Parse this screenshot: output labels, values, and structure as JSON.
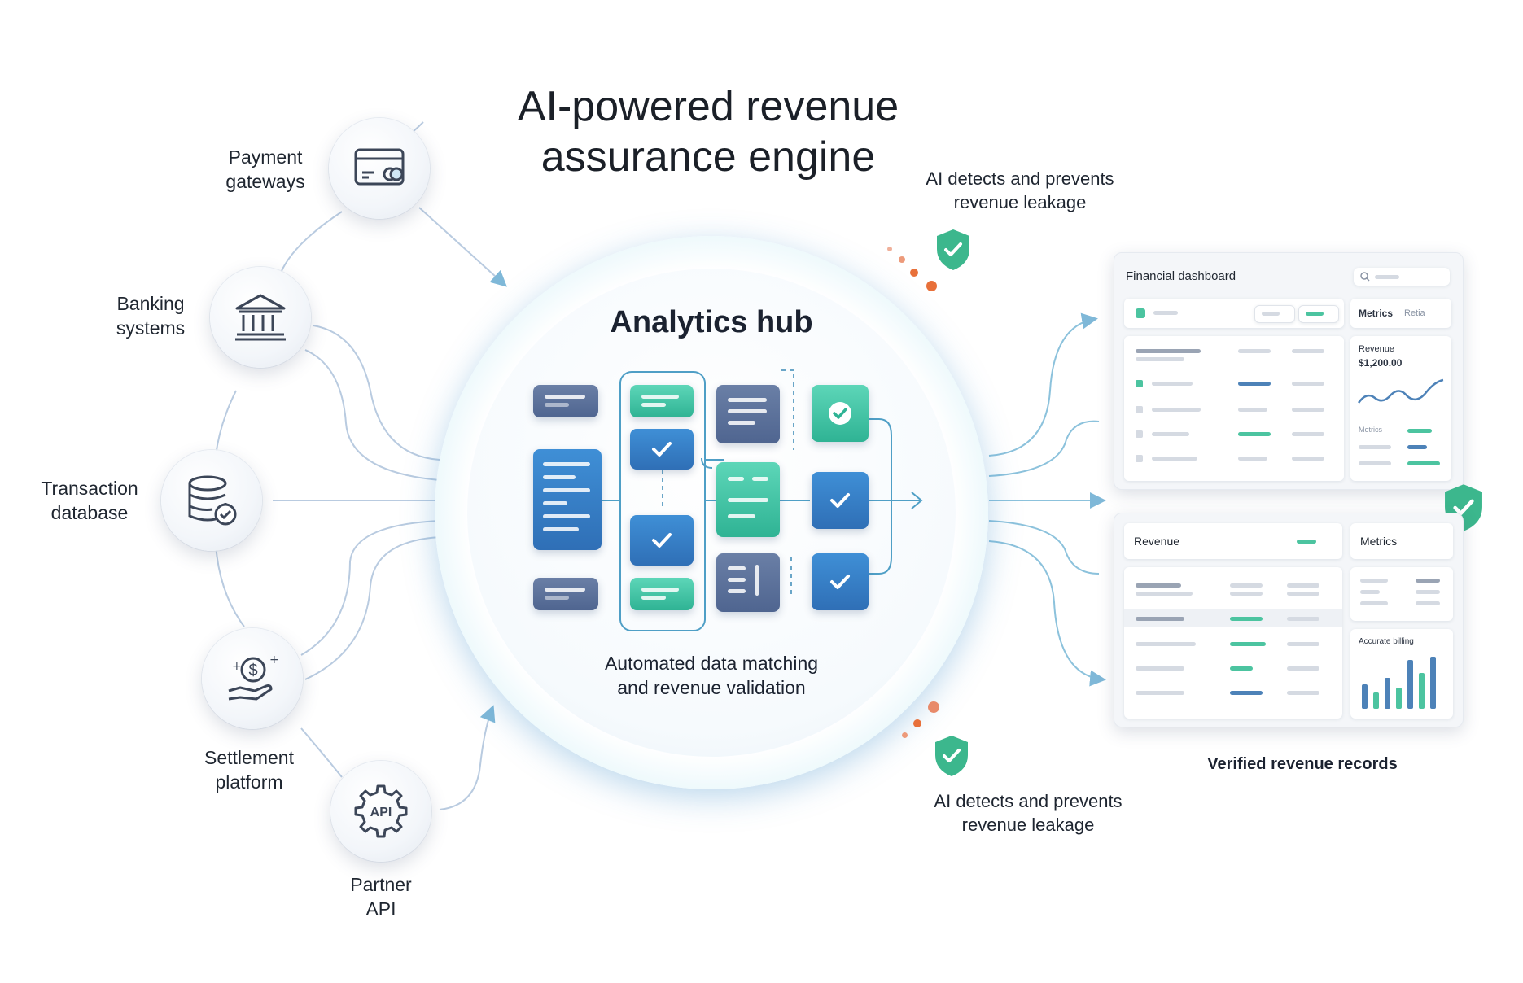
{
  "title": {
    "line1": "AI-powered revenue",
    "line2": "assurance engine"
  },
  "sources": [
    {
      "label_line1": "Payment",
      "label_line2": "gateways",
      "icon": "credit-card-icon"
    },
    {
      "label_line1": "Banking",
      "label_line2": "systems",
      "icon": "bank-icon"
    },
    {
      "label_line1": "Transaction",
      "label_line2": "database",
      "icon": "database-check-icon"
    },
    {
      "label_line1": "Settlement",
      "label_line2": "platform",
      "icon": "hand-coin-icon"
    },
    {
      "label_line1": "Partner",
      "label_line2": "API",
      "icon": "api-gear-icon"
    }
  ],
  "hub": {
    "title": "Analytics hub",
    "caption_line1": "Automated data matching",
    "caption_line2": "and revenue validation"
  },
  "ai_top": {
    "line1": "AI detects and prevents",
    "line2": "revenue leakage"
  },
  "ai_bottom": {
    "line1": "AI detects and prevents",
    "line2": "revenue leakage"
  },
  "dashboard_top": {
    "title": "Financial dashboard",
    "metrics_label": "Metrics",
    "metrics_sub": "Retia",
    "revenue_label": "Revenue",
    "revenue_value": "$1,200.00",
    "metrics_small": "Metrics"
  },
  "dashboard_bottom": {
    "revenue_label": "Revenue",
    "metrics_label": "Metrics",
    "billing_label": "Accurate billing"
  },
  "verified_label": "Verified revenue records",
  "colors": {
    "teal": "#3fbf9c",
    "blue": "#3a7fd0",
    "slate": "#5a6f98",
    "shield": "#3cb78d",
    "alert": "#e8703a"
  }
}
